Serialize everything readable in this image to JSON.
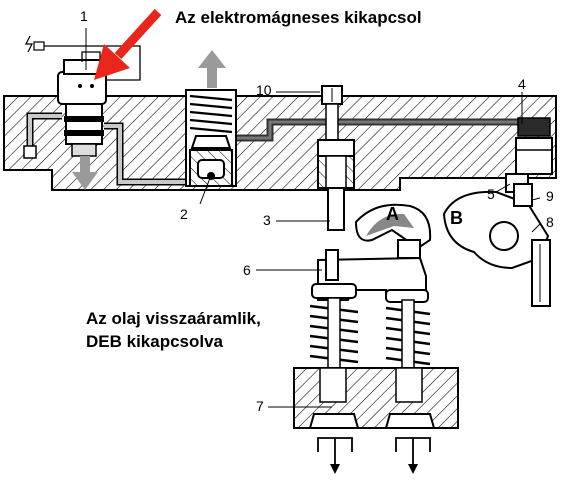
{
  "heading": "Az elektromágneses kikapcsol",
  "status_line_1": "Az olaj visszaáramlik,",
  "status_line_2": "DEB kikapcsolva",
  "part_numbers": {
    "p1": "1",
    "p2": "2",
    "p3": "3",
    "p4": "4",
    "p5": "5",
    "p6": "6",
    "p7": "7",
    "p8": "8",
    "p9": "9",
    "p10": "10"
  },
  "rocker_labels": {
    "a": "A",
    "b": "B"
  },
  "colors": {
    "arrow_red": "#e8261c",
    "oil_arrow_gray": "#9a9a9a",
    "body_hatch": "#000000",
    "oil_dark": "#3a3a3a"
  }
}
